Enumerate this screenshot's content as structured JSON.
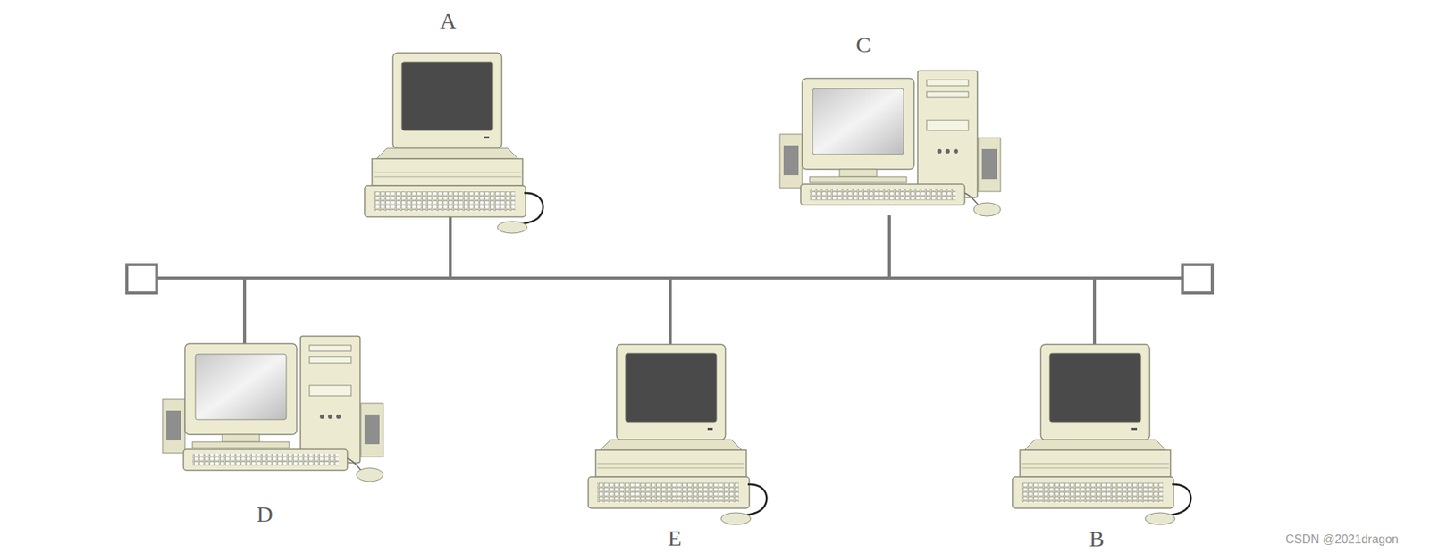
{
  "diagram": {
    "labels": [
      "A",
      "C",
      "D",
      "E",
      "B",
      "CSDN @2021dragon"
    ]
  }
}
